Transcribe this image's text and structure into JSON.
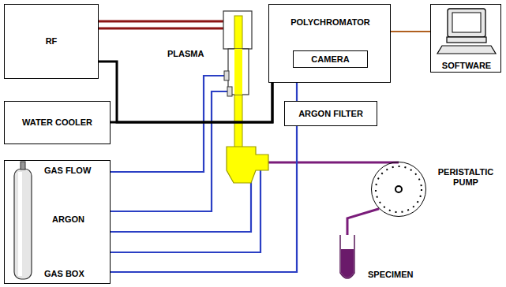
{
  "diagram": {
    "nodes": [
      {
        "text": [
          "RF"
        ]
      },
      {
        "text": [
          "WATER COOLER"
        ]
      },
      {
        "text": [
          "GAS FLOW",
          "ARGON",
          "GAS BOX"
        ]
      },
      {
        "text": [
          "POLYCHROMATOR"
        ]
      },
      {
        "text": [
          "CAMERA"
        ],
        "in": 3
      },
      {
        "text": [
          "ARGON FILTER"
        ]
      },
      {
        "text": [
          "SOFTWARE"
        ]
      },
      {
        "text": [
          "PERISTALTIC PUMP"
        ]
      },
      {
        "text": [
          "SPECIMEN"
        ]
      }
    ],
    "edges": [
      {
        "from": 0,
        "to": 3,
        "arrow": "none"
      },
      {
        "from": 1,
        "to": 3,
        "arrow": "none"
      },
      {
        "from": 2,
        "to": 5,
        "arrow": "none"
      },
      {
        "from": 5,
        "to": 3,
        "arrow": "none"
      },
      {
        "from": 6,
        "to": 3,
        "arrow": "none"
      },
      {
        "from": 7,
        "to": 8,
        "arrow": "none"
      }
    ],
    "labels": [
      "PLASMA"
    ]
  }
}
